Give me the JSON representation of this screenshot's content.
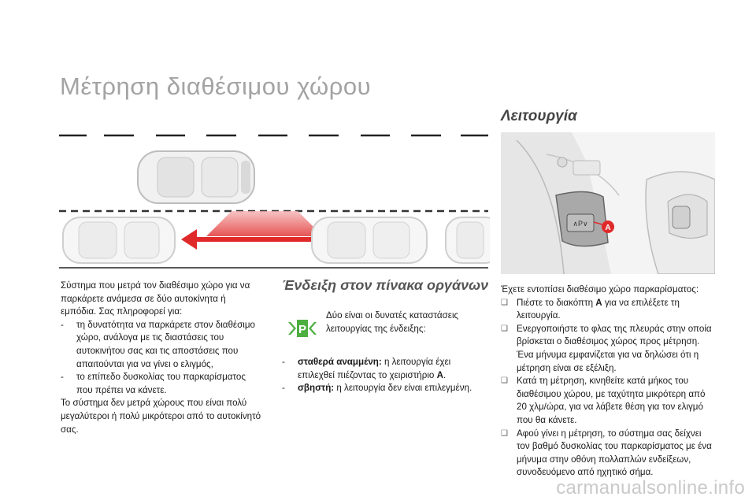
{
  "title": "Μέτρηση διαθέσιμου χώρου",
  "operation": {
    "heading": "Λειτουργία",
    "diagram_label": "A",
    "intro": "Έχετε εντοπίσει διαθέσιμο χώρο παρκαρίσματος:",
    "steps": [
      {
        "pre": "Πιέστε το διακόπτη ",
        "bold": "A",
        "post": " για να επιλέξετε τη λειτουργία."
      },
      {
        "pre": "Ενεργοποιήστε το φλας της πλευράς στην οποία βρίσκεται ο διαθέσιμος χώρος προς μέτρηση. Ένα μήνυμα εμφανίζεται για να δηλώσει ότι η μέτρηση είναι σε εξέλιξη.",
        "bold": "",
        "post": ""
      },
      {
        "pre": "Κατά τη μέτρηση, κινηθείτε κατά μήκος του διαθέσιμου χώρου, με ταχύτητα μικρότερη από 20 χλμ/ώρα, για να λάβετε θέση για τον ελιγμό που θα κάνετε.",
        "bold": "",
        "post": ""
      },
      {
        "pre": "Αφού γίνει η μέτρηση, το σύστημα σας δείχνει τον βαθμό δυσκολίας του παρκαρίσματος με ένα μήνυμα στην οθόνη πολλαπλών ενδείξεων, συνοδευόμενο από ηχητικό σήμα.",
        "bold": "",
        "post": ""
      }
    ],
    "bullet_symbol": "❑"
  },
  "intro": {
    "text1": "Σύστημα που μετρά τον διαθέσιμο χώρο για να παρκάρετε ανάμεσα σε δύο αυτοκίνητα ή εμπόδια. Σας πληροφορεί για:",
    "bullets": [
      "τη δυνατότητα να παρκάρετε στον διαθέσιμο χώρο, ανάλογα με τις διαστάσεις του αυτοκινήτου σας και τις αποστάσεις που απαιτούνται για να γίνει ο ελιγμός,",
      "το επίπεδο δυσκολίας του παρκαρίσματος που πρέπει να κάνετε."
    ],
    "text2": "Το σύστημα δεν μετρά χώρους που είναι πολύ μεγαλύτεροι ή πολύ μικρότεροι από το αυτοκίνητό σας.",
    "dash": "-"
  },
  "cluster": {
    "heading": "Ένδειξη στον πίνακα οργάνων",
    "description": "Δύο είναι οι δυνατές καταστάσεις λειτουργίας της ένδειξης:",
    "items": [
      {
        "bold": "σταθερά αναμμένη:",
        "pre": " η λειτουργία έχει επιλεχθεί πιέζοντας το χειριστήριο ",
        "key": "A",
        "post": "."
      },
      {
        "bold": "σβηστή:",
        "pre": " η λειτουργία δεν είναι επιλεγμένη.",
        "key": "",
        "post": ""
      }
    ],
    "dash": "-",
    "indicator_color": "#4caf3f"
  },
  "colors": {
    "accent_red": "#e02a2a",
    "title_gray": "#a3a3a3",
    "indicator_green": "#4caf3f"
  },
  "watermark": "carmanualsonline.info"
}
